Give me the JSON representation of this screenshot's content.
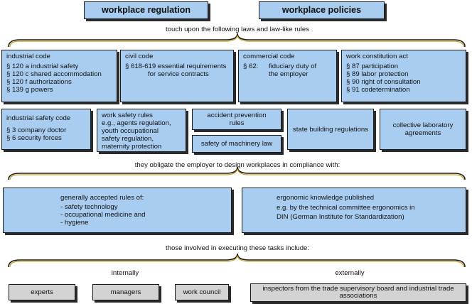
{
  "headers": {
    "regulation": "workplace regulation",
    "policies": "workplace policies"
  },
  "captions": {
    "laws": "touch upon the following laws and law-like rules",
    "obligate": "they obligate the employer to design workplaces in compliance with:",
    "involved": "those involved in executing these tasks include:",
    "internally": "internally",
    "externally": "externally"
  },
  "laws_row1": [
    {
      "title": "industrial code",
      "items": [
        "§ 120 a industrial safety",
        "§ 120 c  shared accommodation",
        "§ 120 f   authorizations",
        "§ 139 g powers"
      ]
    },
    {
      "title": "civil code",
      "items": [
        "§ 618-619 essential requirements",
        "for service contracts"
      ]
    },
    {
      "title": "commercial code",
      "para": "§ 62:",
      "items": [
        "fiduciary duty of",
        "the employer"
      ]
    },
    {
      "title": "work constitution act",
      "items": [
        "§ 87 participation",
        "§ 89 labor protection",
        "§ 90 right of consultation",
        "§ 91 codetermination"
      ]
    }
  ],
  "laws_row2": {
    "industrial_safety": {
      "title": "industrial safety code",
      "items": [
        "§ 3 company doctor",
        "§ 6  security forces"
      ]
    },
    "work_safety": {
      "items": [
        "work safety rules",
        "e.g., agents regulation,",
        "youth occupational",
        "safety regulation,",
        "maternity protection"
      ]
    },
    "accident_prevention": [
      "accident prevention",
      "rules"
    ],
    "machinery": "safety of machinery law",
    "state_building": "state building regulations",
    "collective_lab": [
      "collective laboratory",
      "agreements"
    ]
  },
  "compliance": {
    "rules": {
      "title": "generally accepted rules of:",
      "items": [
        "- safety technology",
        "- occupational medicine and",
        "- hygiene"
      ]
    },
    "ergonomic": {
      "items": [
        "ergonomic knowledge published",
        "e.g. by the technical committee ergonomics in",
        "DIN (German Institute for Standardization)"
      ]
    }
  },
  "actors": {
    "experts": "experts",
    "managers": "managers",
    "work_council": "work council",
    "inspectors": "inspectors from the trade supervisory board and industrial trade associations"
  }
}
